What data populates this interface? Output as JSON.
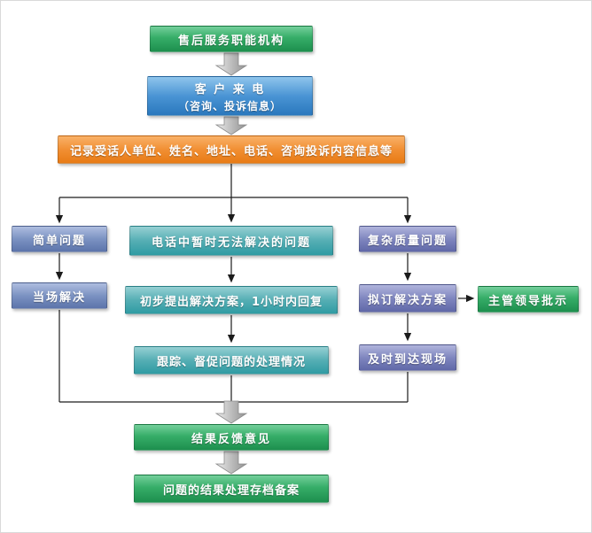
{
  "flowchart": {
    "nodes": {
      "org": {
        "label": "售后服务职能机构"
      },
      "call": {
        "line1": "客 户 来 电",
        "line2": "（咨询、投诉信息）"
      },
      "record": {
        "label": "记录受话人单位、姓名、地址、电话、咨询投诉内容信息等"
      },
      "simple": {
        "label": "简单问题"
      },
      "onsite": {
        "label": "当场解决"
      },
      "phone": {
        "label": "电话中暂时无法解决的问题"
      },
      "propose": {
        "label": "初步提出解决方案，1小时内回复"
      },
      "track": {
        "label": "跟踪、督促问题的处理情况"
      },
      "complex": {
        "label": "复杂质量问题"
      },
      "draft": {
        "label": "拟订解决方案"
      },
      "leader": {
        "label": "主管领导批示"
      },
      "arrive": {
        "label": "及时到达现场"
      },
      "feedback": {
        "label": "结果反馈意见"
      },
      "archive": {
        "label": "问题的结果处理存档备案"
      }
    },
    "colors": {
      "green_top": "#74cf9b",
      "green_bottom": "#1d8f4e",
      "blue_top": "#8fc5ec",
      "blue_bottom": "#2a78bd",
      "orange_top": "#f9b168",
      "orange_bottom": "#e87b15",
      "steel_top": "#aebddf",
      "steel_bottom": "#5c74ab",
      "teal_top": "#96d0d3",
      "teal_bottom": "#2f9ba3",
      "violet_top": "#b0b4dc",
      "violet_bottom": "#6068a8",
      "connector_line": "#1c1c1c",
      "thick_arrow_gray": "#bdbdbd"
    }
  }
}
